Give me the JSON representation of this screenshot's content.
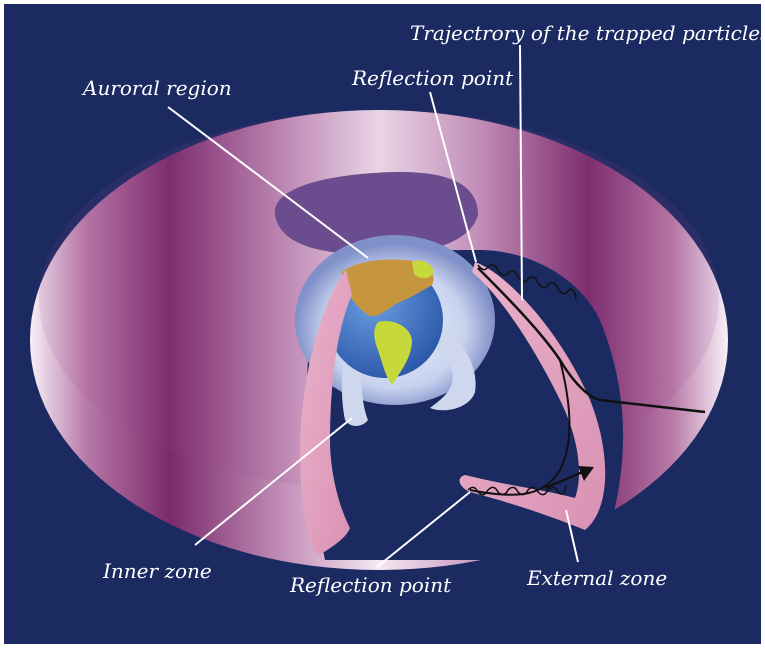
{
  "labels": {
    "trajectory": "Trajectrory of the trapped particles",
    "reflection_top": "Reflection point",
    "auroral": "Auroral region",
    "inner_zone": "Inner zone",
    "reflection_bottom": "Reflection point",
    "external_zone": "External zone"
  },
  "colors": {
    "background": "#1c2a62",
    "frame": "#ffffff",
    "belt_dark": "#6e1a62",
    "belt_light": "#f7eef7",
    "zone_pink": "#e3a4c0",
    "inner_zone_blue": "#cfd7ee",
    "ocean": "#3f74c6",
    "land": "#c7d83a",
    "land_north": "#c6963e",
    "polar_cap": "#6b4c8e",
    "leader_line": "#ffffff",
    "trajectory_line": "#111111"
  }
}
